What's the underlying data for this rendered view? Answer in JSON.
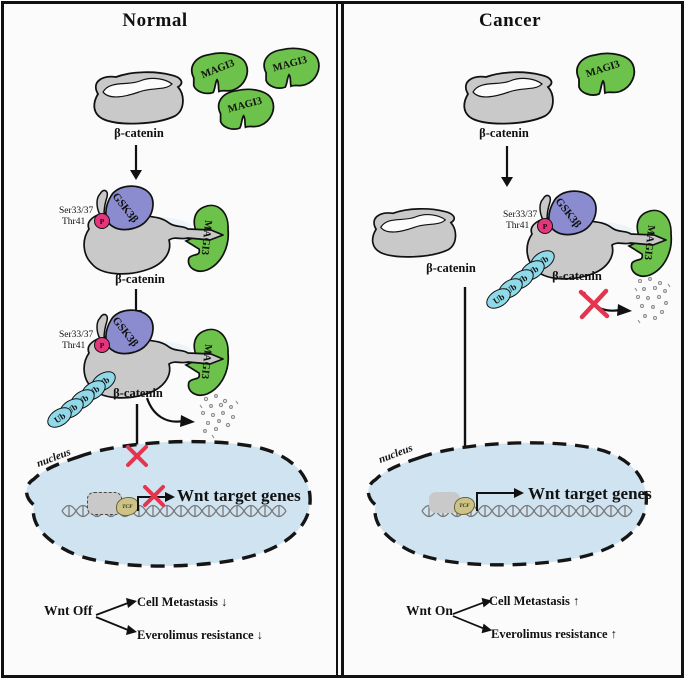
{
  "figure": {
    "type": "signaling-pathway-diagram",
    "description_visible_text_only": true
  },
  "colors": {
    "magi3_green": "#6cc24a",
    "gsk3b_purple": "#8b8cd0",
    "ubiquitin_cyan": "#8fd9e8",
    "phospho_pink": "#e4367c",
    "nucleus_blue": "#cfe3f0",
    "protein_gray": "#c9c9c9",
    "tcf_tan": "#cdc387",
    "cross_red": "#e5344e",
    "outline_black": "#111111"
  },
  "labels": {
    "beta_catenin": "β-catenin",
    "magi3": "MAGI3",
    "gsk3b": "GSK3β",
    "ser_site": "Ser33/37",
    "thr_site": "Thr41",
    "phospho": "P",
    "ubiquitin": "Ub",
    "nucleus": "nucleus",
    "tcf": "TCF",
    "wnt_target_genes": "Wnt target genes"
  },
  "normal_panel": {
    "title": "Normal",
    "wnt_state": "Wnt Off",
    "outcome_metastasis": "Cell Metastasis ↓",
    "outcome_everolimus": "Everolimus resistance ↓"
  },
  "cancer_panel": {
    "title": "Cancer",
    "wnt_state": "Wnt On",
    "outcome_metastasis": "Cell Metastasis ↑",
    "outcome_everolimus": "Everolimus resistance ↑"
  }
}
